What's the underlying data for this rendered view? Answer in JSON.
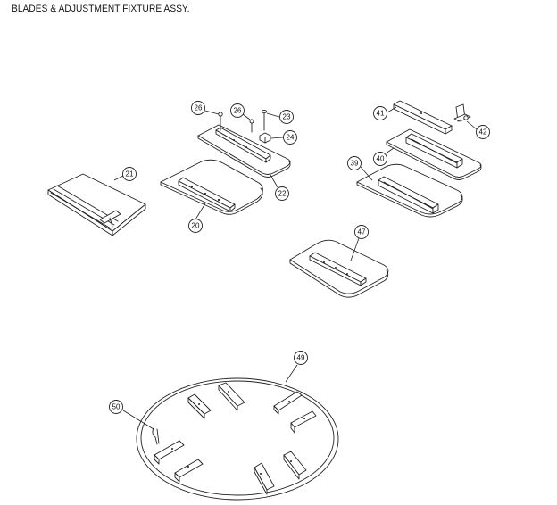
{
  "title": "BLADES & ADJUSTMENT FIXTURE ASSY.",
  "callouts": {
    "c21": "21",
    "c20": "20",
    "c26a": "26",
    "c26b": "26",
    "c23": "23",
    "c24": "24",
    "c22": "22",
    "c41": "41",
    "c42": "42",
    "c40": "40",
    "c39": "39",
    "c47": "47",
    "c49": "49",
    "c50": "50"
  }
}
